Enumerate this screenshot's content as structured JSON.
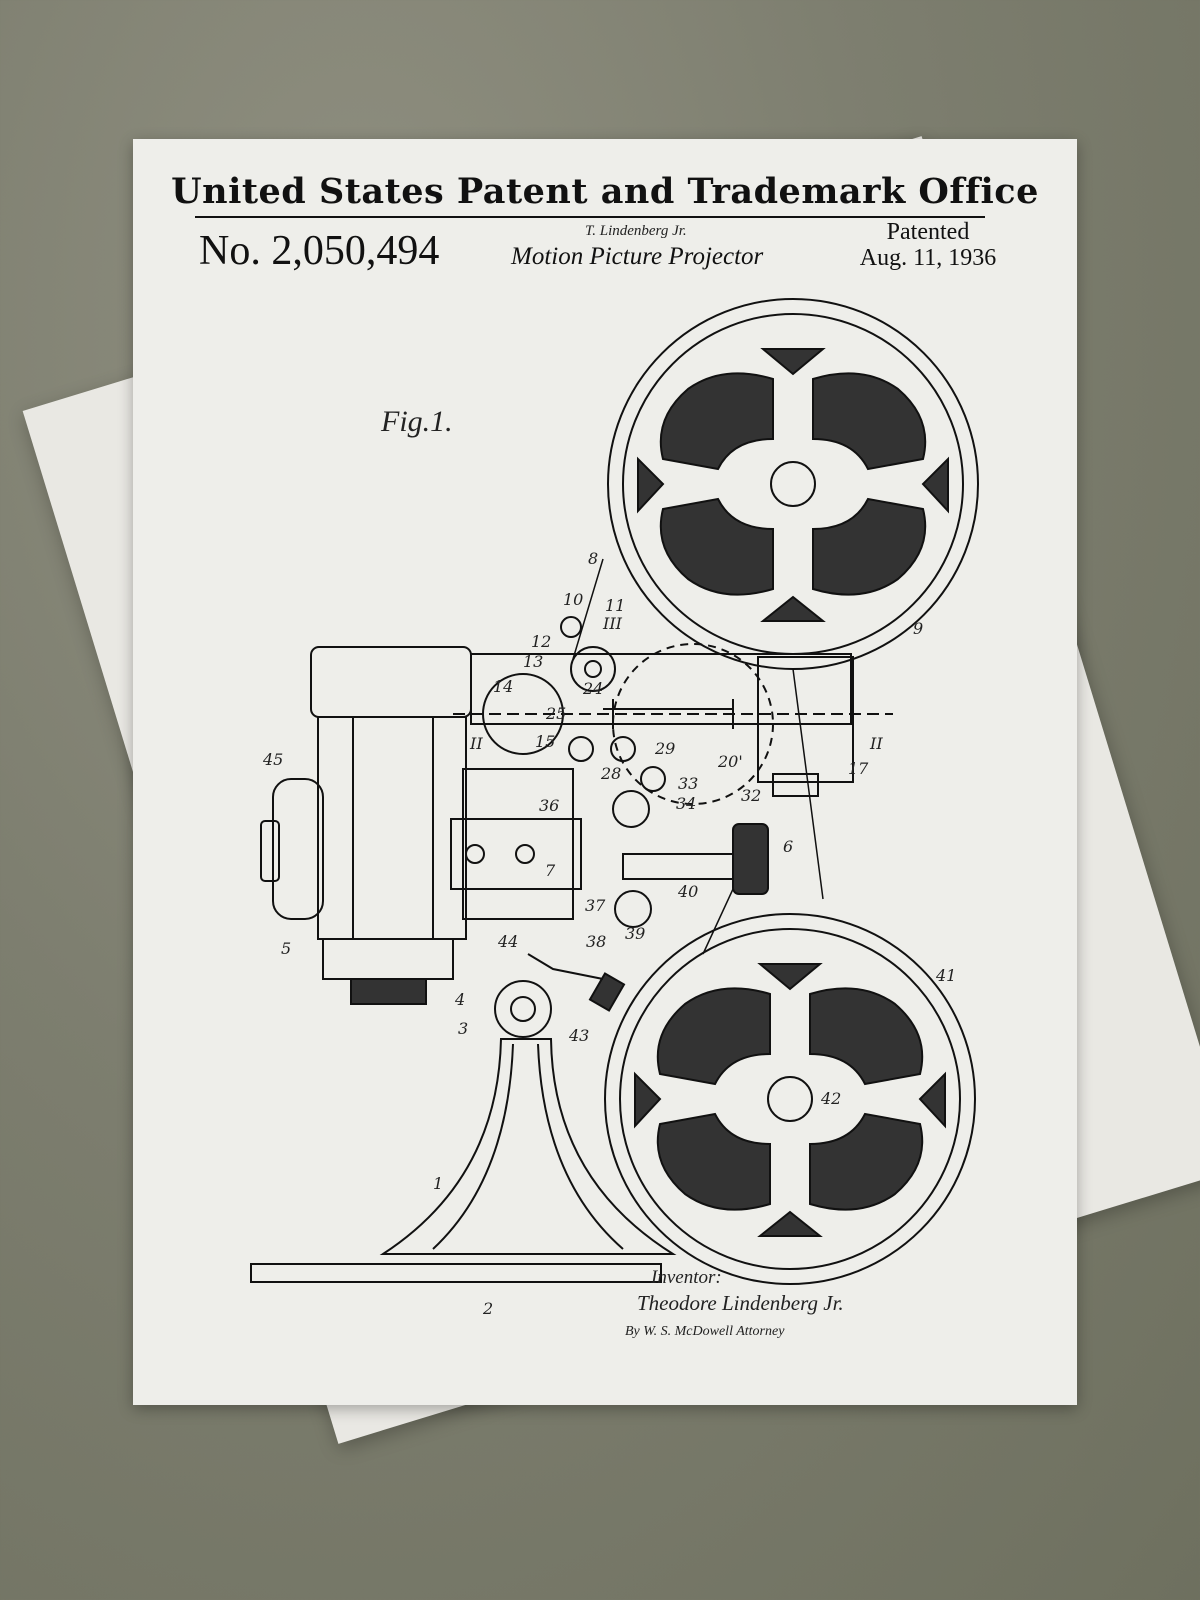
{
  "patent": {
    "office": "United States Patent and Trademark Office",
    "number": "No. 2,050,494",
    "inventor_short": "T. Lindenberg Jr.",
    "invention": "Motion Picture Projector",
    "patented_label": "Patented",
    "date": "Aug. 11, 1936"
  },
  "drawing": {
    "figure_label": "Fig.1.",
    "inventor_label": "Inventor:",
    "inventor_name": "Theodore Lindenberg Jr.",
    "attorney_line": "By W. S. McDowell Attorney",
    "reference_numbers": [
      "1",
      "2",
      "3",
      "4",
      "5",
      "6",
      "7",
      "8",
      "9",
      "10",
      "11",
      "III",
      "12",
      "13",
      "14",
      "15",
      "20'",
      "24",
      "25",
      "28",
      "29",
      "32",
      "33",
      "34",
      "36",
      "37",
      "38",
      "39",
      "40",
      "41",
      "42",
      "43",
      "44",
      "45",
      "II",
      "17"
    ]
  },
  "colors": {
    "ink": "#111111",
    "paper": "#eeeeea",
    "envelope": "#e9e8e3",
    "background": "#7d7e6f"
  }
}
